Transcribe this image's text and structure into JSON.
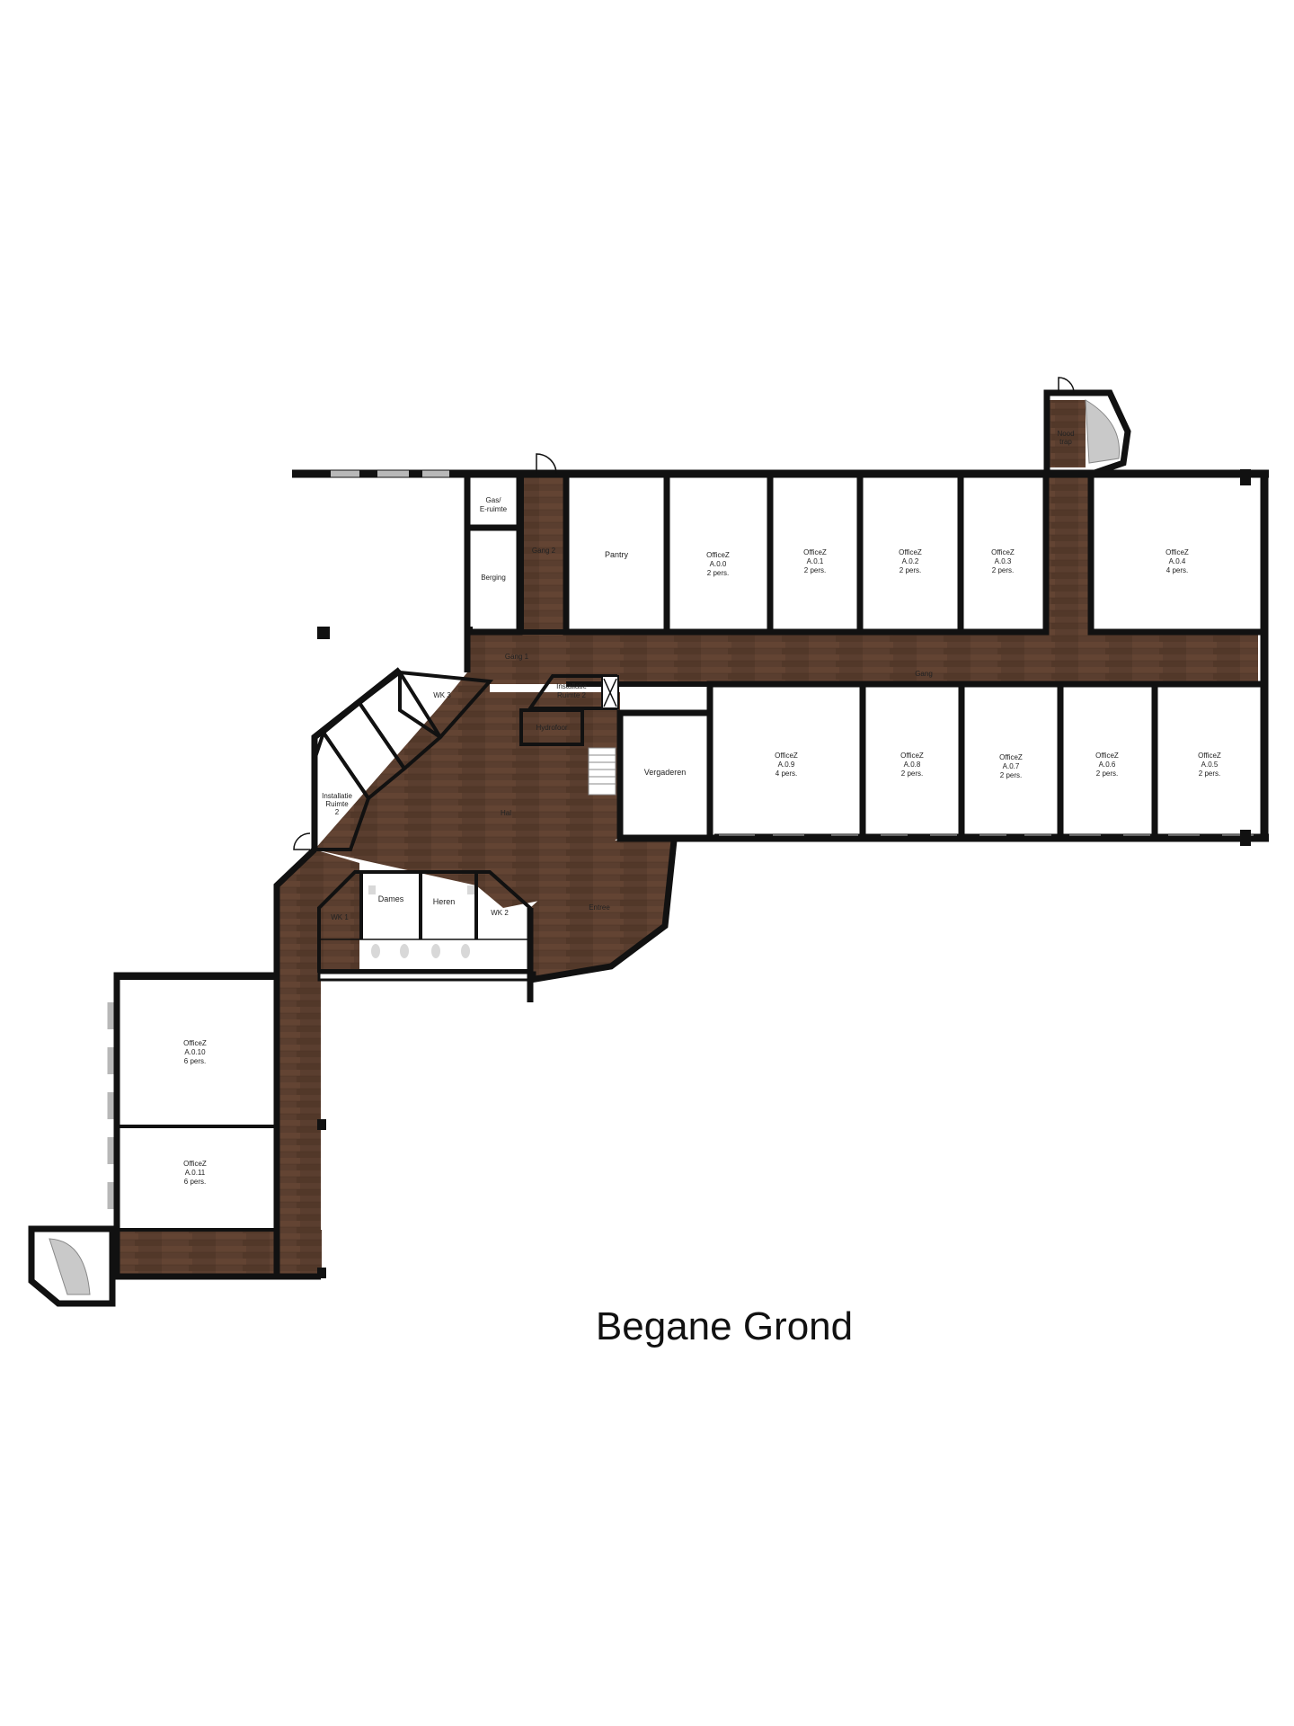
{
  "title": "Begane Grond",
  "colors": {
    "floor_wood": "#5a3e2f",
    "floor_wood_light": "#6b4a38",
    "wall": "#111111",
    "room_fill": "#ffffff",
    "window": "#b8b8b8"
  },
  "rooms": {
    "gas": {
      "line1": "Gas/",
      "line2": "E-ruimte"
    },
    "berging": {
      "line1": "Berging"
    },
    "gang2": {
      "line1": "Gang 2"
    },
    "pantry": {
      "line1": "Pantry"
    },
    "a00": {
      "line1": "OfficeZ",
      "line2": "A.0.0",
      "line3": "2 pers."
    },
    "a01": {
      "line1": "OfficeZ",
      "line2": "A.0.1",
      "line3": "2 pers."
    },
    "a02": {
      "line1": "OfficeZ",
      "line2": "A.0.2",
      "line3": "2 pers."
    },
    "a03": {
      "line1": "OfficeZ",
      "line2": "A.0.3",
      "line3": "2 pers."
    },
    "nood": {
      "line1": "Nood",
      "line2": "trap"
    },
    "a04": {
      "line1": "OfficeZ",
      "line2": "A.0.4",
      "line3": "4 pers."
    },
    "gang1": {
      "line1": "Gang 1"
    },
    "gang": {
      "line1": "Gang"
    },
    "wk3": {
      "line1": "WK 3"
    },
    "inst2": {
      "line1": "Installatie",
      "line2": "Ruimte 2"
    },
    "hydrofoor": {
      "line1": "Hydrofoor"
    },
    "vergaderen": {
      "line1": "Vergaderen"
    },
    "a09": {
      "line1": "OfficeZ",
      "line2": "A.0.9",
      "line3": "4 pers."
    },
    "a08": {
      "line1": "OfficeZ",
      "line2": "A.0.8",
      "line3": "2 pers."
    },
    "a07": {
      "line1": "OfficeZ",
      "line2": "A.0.7",
      "line3": "2 pers."
    },
    "a06": {
      "line1": "OfficeZ",
      "line2": "A.0.6",
      "line3": "2 pers."
    },
    "a05": {
      "line1": "OfficeZ",
      "line2": "A.0.5",
      "line3": "2 pers."
    },
    "inst_left": {
      "line1": "Installatie",
      "line2": "Ruimte",
      "line3": "2"
    },
    "hal": {
      "line1": "Hal"
    },
    "wk1": {
      "line1": "WK 1"
    },
    "dames": {
      "line1": "Dames"
    },
    "heren": {
      "line1": "Heren"
    },
    "wk2": {
      "line1": "WK 2"
    },
    "entree": {
      "line1": "Entree"
    },
    "a010": {
      "line1": "OfficeZ",
      "line2": "A.0.10",
      "line3": "6 pers."
    },
    "a011": {
      "line1": "OfficeZ",
      "line2": "A.0.11",
      "line3": "6 pers."
    }
  }
}
